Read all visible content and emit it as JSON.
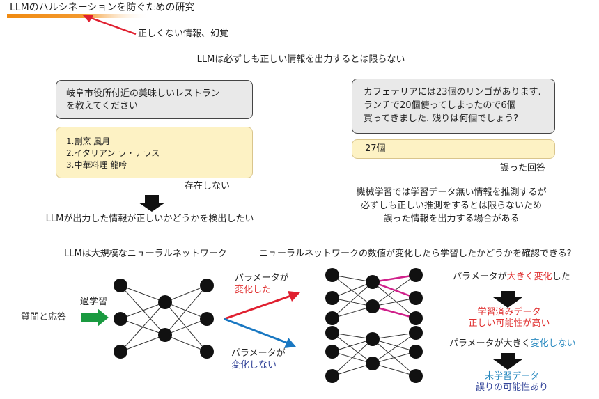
{
  "title": "LLMのハルシネーションを防ぐための研究",
  "hallucination_note": "正しくない情報、幻覚",
  "subtitle": "LLMは必ずしも正しい情報を出力するとは限らない",
  "left_example": {
    "question": [
      "岐阜市役所付近の美味しいレストラン",
      "を教えてください"
    ],
    "answer": [
      "1.割烹 風月",
      "2.イタリアン ラ・テラス",
      "3.中華料理 龍吟"
    ],
    "note": "存在しない",
    "goal": "LLMが出力した情報が正しいかどうかを検出したい"
  },
  "right_example": {
    "question": [
      "カフェテリアには23個のリンゴがあります.",
      "ランチで20個使ってしまったので6個",
      "買ってきました. 残りは何個でしょう?"
    ],
    "answer": "27個",
    "note": "誤った回答",
    "explanation": [
      "機械学習では学習データ無い情報を推測するが",
      "必ずしも正しい推測をするとは限らないため",
      "誤った情報を出力する場合がある"
    ]
  },
  "network_section": {
    "left_heading": "LLMは大規模なニューラルネットワーク",
    "right_heading": "ニューラルネットワークの数値が変化したら学習したかどうかを確認できる?",
    "input_label": "質問と応答",
    "overfit_label": "過学習",
    "changed_label": [
      "パラメータが",
      "変化した"
    ],
    "unchanged_label": [
      "パラメータが",
      "変化しない"
    ],
    "result_changed": {
      "prefix": "パラメータが",
      "highlight": "大きく変化",
      "suffix": "した",
      "conclusion": [
        "学習済みデータ",
        "正しい可能性が高い"
      ]
    },
    "result_unchanged": {
      "prefix": "パラメータが大きく",
      "highlight": "変化しない",
      "conclusion": [
        "未学習データ",
        "誤りの可能性あり"
      ]
    }
  },
  "colors": {
    "orange": "#f39020",
    "red": "#e02030",
    "blue": "#1a78c2",
    "green": "#1a9a40",
    "magenta": "#d0208a"
  }
}
